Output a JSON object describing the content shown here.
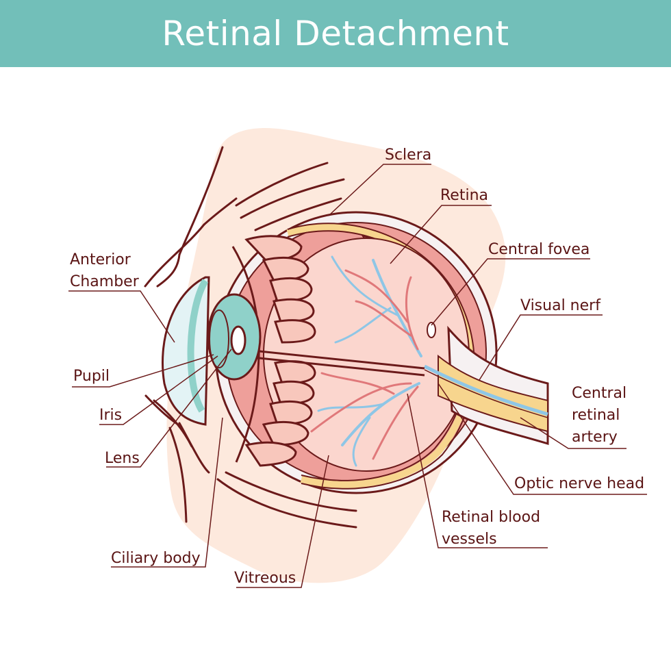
{
  "title": "Retinal Detachment",
  "colors": {
    "banner": "#72bfb9",
    "title_text": "#ffffff",
    "outline": "#6b1a1a",
    "label_text": "#5a1414",
    "backdrop": "#fde9dd",
    "sclera_fill": "#f6f1f2",
    "choroid": "#ee9f9a",
    "retina_band": "#f7d58e",
    "vitreous": "#fbd6ce",
    "lens_teal": "#8fd1c9",
    "cornea_light": "#e3f3f5",
    "vessel_red": "#e0787a",
    "vessel_blue": "#8ec6e6",
    "ciliary_fill": "#f8c7bc"
  },
  "labels": {
    "sclera": "Sclera",
    "retina": "Retina",
    "central_fovea": "Central fovea",
    "visual_nerf": "Visual nerf",
    "central_retinal_artery": [
      "Central",
      "retinal",
      "artery"
    ],
    "optic_nerve_head": "Optic nerve head",
    "retinal_blood_vessels": [
      "Retinal blood",
      "vessels"
    ],
    "vitreous": "Vitreous",
    "ciliary_body": "Ciliary body",
    "lens": "Lens",
    "iris": "Iris",
    "pupil": "Pupil",
    "anterior_chamber": [
      "Anterior",
      "Chamber"
    ]
  }
}
